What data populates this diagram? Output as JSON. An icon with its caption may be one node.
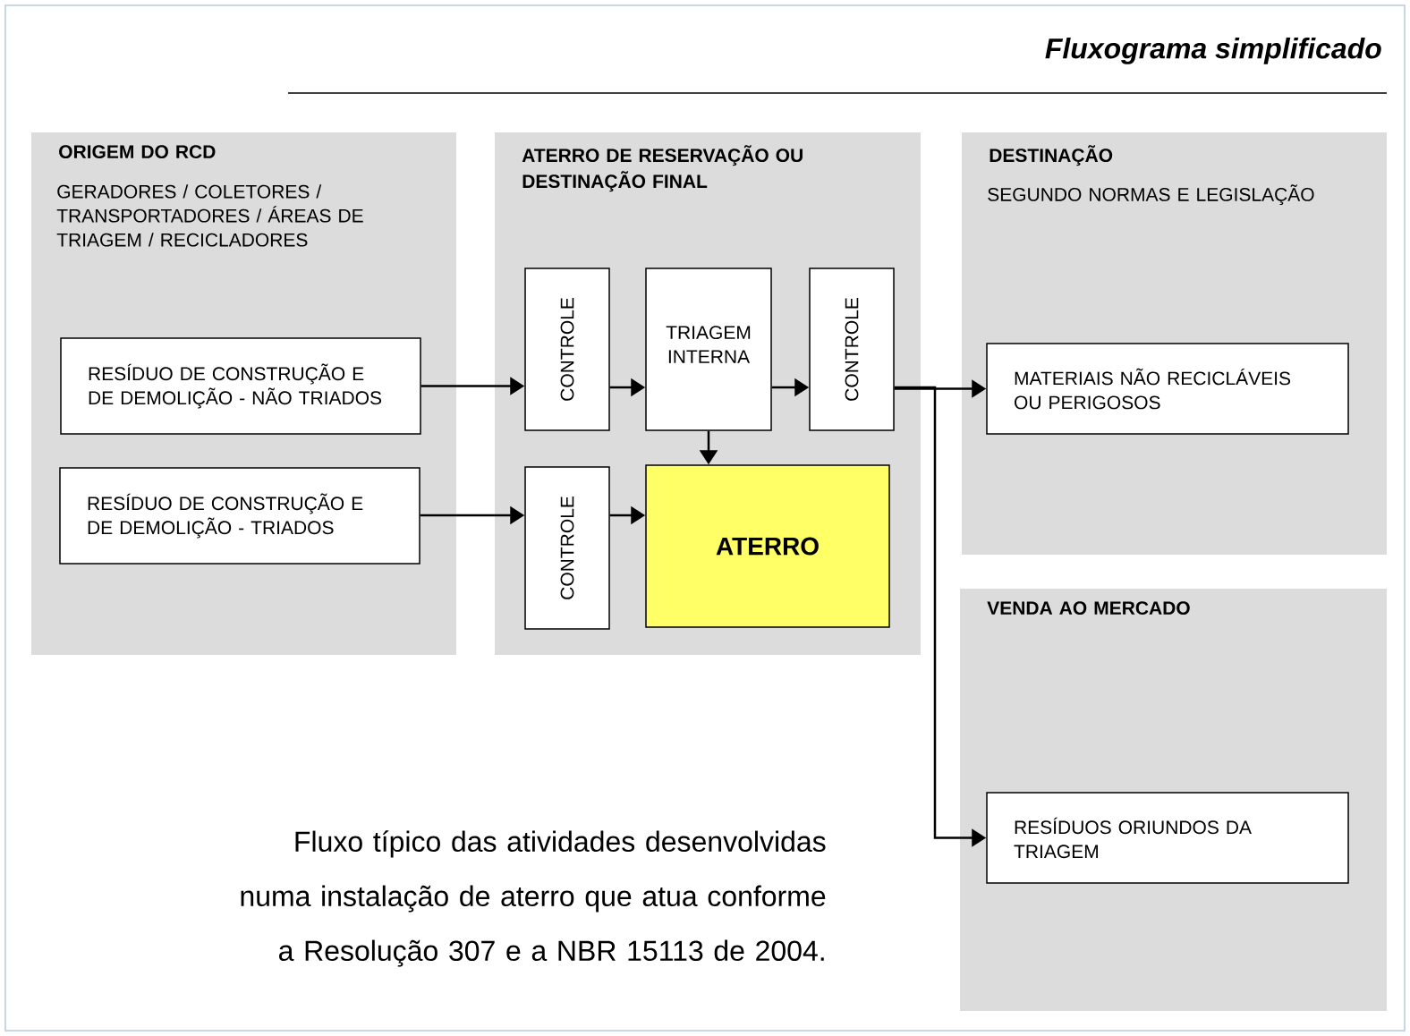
{
  "diagram": {
    "title": "Fluxograma simplificado",
    "caption": "Fluxo típico das atividades desenvolvidas numa instalação de aterro que atua conforme a Resolução 307 e a NBR 15113 de 2004.",
    "nodes": [
      {
        "text": [
          "ORIGEM DO RCD",
          "GERADORES / COLETORES / TRANSPORTADORES / ÁREAS DE TRIAGEM / RECICLADORES"
        ]
      },
      {
        "text": [
          "RESÍDUO DE CONSTRUÇÃO E DE DEMOLIÇÃO - NÃO TRIADOS"
        ],
        "in": 0
      },
      {
        "text": [
          "RESÍDUO DE CONSTRUÇÃO E DE DEMOLIÇÃO -  TRIADOS"
        ],
        "in": 0
      },
      {
        "text": [
          "ATERRO DE RESERVAÇÃO OU DESTINAÇÃO FINAL"
        ]
      },
      {
        "text": [
          "CONTROLE"
        ],
        "in": 3
      },
      {
        "text": [
          "TRIAGEM INTERNA"
        ],
        "in": 3
      },
      {
        "text": [
          "CONTROLE"
        ],
        "in": 3
      },
      {
        "text": [
          "CONTROLE"
        ],
        "in": 3
      },
      {
        "text": [
          "ATERRO"
        ],
        "in": 3
      },
      {
        "text": [
          "DESTINAÇÃO",
          "SEGUNDO NORMAS E LEGISLAÇÃO"
        ]
      },
      {
        "text": [
          "MATERIAIS NÃO RECICLÁVEIS OU PERIGOSOS"
        ],
        "in": 9
      },
      {
        "text": [
          "VENDA  AO MERCADO"
        ]
      },
      {
        "text": [
          "RESÍDUOS ORIUNDOS DA TRIAGEM"
        ],
        "in": 11
      }
    ],
    "edges": [
      {
        "from": 1,
        "to": 4,
        "arrow": "to"
      },
      {
        "from": 4,
        "to": 5,
        "arrow": "to"
      },
      {
        "from": 5,
        "to": 6,
        "arrow": "to"
      },
      {
        "from": 6,
        "to": 10,
        "arrow": "to"
      },
      {
        "from": 6,
        "to": 12,
        "arrow": "to"
      },
      {
        "from": 5,
        "to": 8,
        "arrow": "to"
      },
      {
        "from": 2,
        "to": 7,
        "arrow": "to"
      },
      {
        "from": 7,
        "to": 8,
        "arrow": "to"
      }
    ]
  }
}
